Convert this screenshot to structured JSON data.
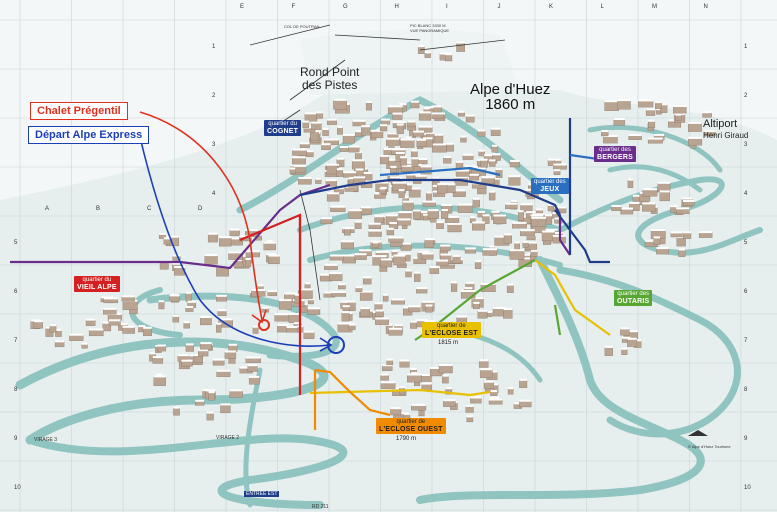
{
  "map": {
    "title_line1": "Alpe d'Huez",
    "title_line2": "1860 m",
    "round_point_line1": "Rond Point",
    "round_point_line2": "des Pistes",
    "altiport_line1": "Altiport",
    "altiport_line2": "Henri Giraud",
    "col_label": "COL DE POUTRAN",
    "pic_label_line1": "PIC BLANC 3330 M",
    "pic_label_line2": "VUE PANORAMIQUE",
    "entry_label": "ENTRÉE EST",
    "road_label": "RD 211",
    "virage_3": "VIRAGE 3",
    "virage_2": "VIRAGE 2",
    "copyright": "© Alpe d'Huez Tourisme"
  },
  "legend": {
    "chalet": "Chalet Prégentil",
    "depart": "Départ Alpe Express"
  },
  "quarters": [
    {
      "pre": "quartier du",
      "name": "COGNET",
      "color": "#1f3d8a"
    },
    {
      "pre": "quartier des",
      "name": "JEUX",
      "color": "#2a6fc0"
    },
    {
      "pre": "quartier des",
      "name": "BERGERS",
      "color": "#6a2d8c"
    },
    {
      "pre": "quartier du",
      "name": "VIEIL ALPE",
      "color": "#d42020"
    },
    {
      "pre": "quartier des",
      "name": "OUTARIS",
      "color": "#58a632"
    },
    {
      "pre": "quartier de",
      "name": "L'ECLOSE EST",
      "color": "#e8c000"
    },
    {
      "pre": "quartier de",
      "name": "L'ECLOSE OUEST",
      "color": "#f08a00"
    }
  ],
  "altitudes": {
    "eclose_est": "1815 m",
    "eclose_ouest": "1790 m"
  },
  "grid": {
    "letters": [
      "A",
      "B",
      "C",
      "D",
      "E",
      "F",
      "G",
      "H",
      "I",
      "J",
      "K",
      "L",
      "M",
      "N"
    ],
    "numbers": [
      "1",
      "2",
      "3",
      "4",
      "5",
      "6",
      "7",
      "8",
      "9",
      "10"
    ]
  },
  "colors": {
    "snow": "#f4f7f7",
    "road": "#8fc4c0",
    "building": "#b9a492",
    "roof": "#ffffff",
    "grid": "#c9d6d8",
    "cognet": "#1f3d8a",
    "jeux": "#2a6fc0",
    "bergers": "#6a2d8c",
    "vieil_alpe": "#d42020",
    "outaris": "#58a632",
    "eclose_est": "#e8c000",
    "eclose_ouest": "#f08a00",
    "chalet": "#e0301e",
    "depart": "#1c3fb8"
  }
}
